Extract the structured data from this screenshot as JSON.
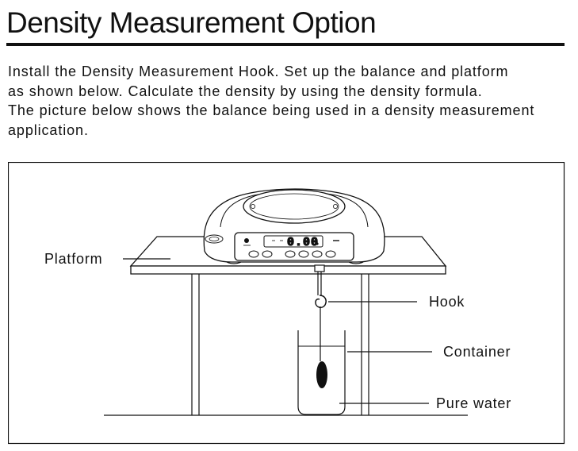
{
  "header": {
    "title": "Density Measurement Option"
  },
  "intro": {
    "lines": [
      "Install the Density Measurement Hook. Set up the balance and platform",
      "as shown below. Calculate the density by using the density formula.",
      "The picture below shows the balance being used in a density measurement",
      "application."
    ]
  },
  "figure": {
    "display_value": "0.00",
    "labels": {
      "platform": "Platform",
      "hook": "Hook",
      "container": "Container",
      "water": "Pure water"
    }
  }
}
